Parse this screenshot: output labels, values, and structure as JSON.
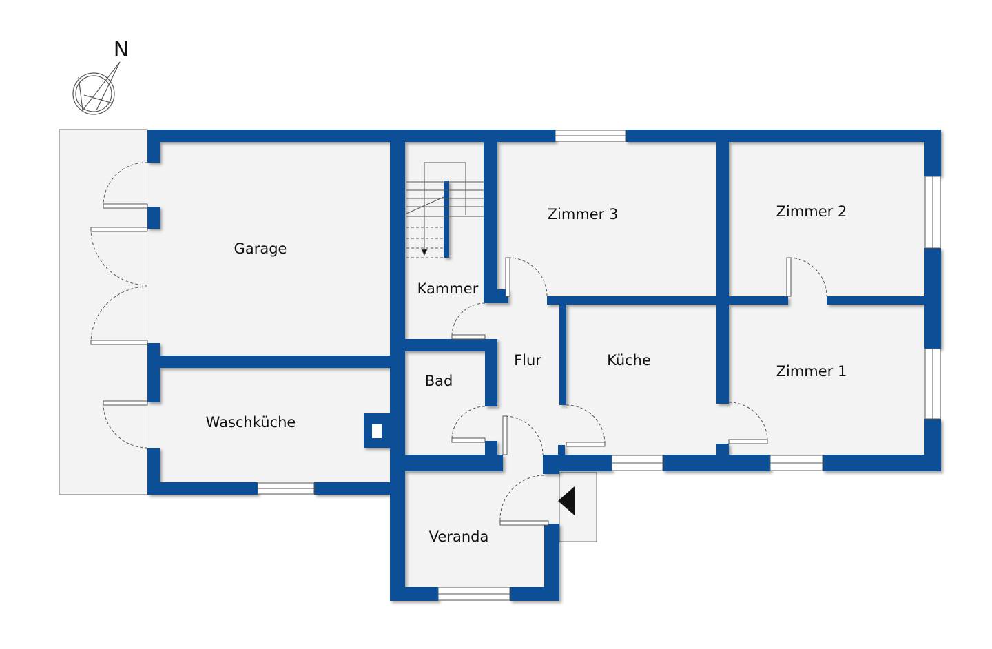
{
  "compass": {
    "label": "N"
  },
  "rooms": {
    "garage": "Garage",
    "waschkueche": "Waschküche",
    "kammer": "Kammer",
    "bad": "Bad",
    "flur": "Flur",
    "zimmer3": "Zimmer 3",
    "zimmer2": "Zimmer 2",
    "kueche": "Küche",
    "zimmer1": "Zimmer 1",
    "veranda": "Veranda"
  },
  "colors": {
    "wall": "#0b4f97",
    "floor": "#f3f3f3",
    "outline": "#6b6b6b",
    "text": "#111111"
  }
}
